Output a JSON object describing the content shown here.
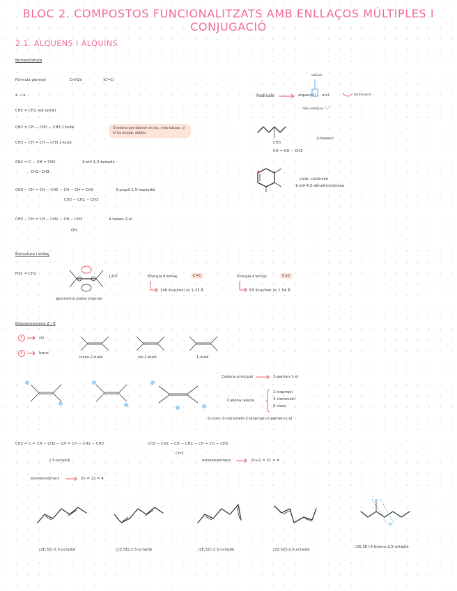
{
  "title": "BLOC 2. COMPOSTOS FUNCIONALITZATS AMB ENLLAÇOS MÚLTIPLES I CONJUGACIÓ",
  "section": "2.1. ALQUENS I ALQUINS",
  "nomenclatura": {
    "heading": "Nomenclatura",
    "general_formula": "Fórmula general",
    "formula": "CnH2n",
    "bond_symbol": ")C=C(",
    "suffix_rule": "à → è",
    "ex1": "CH2 = CH2   etè   (etilè)",
    "ex2": "CH2 = CH − CH2 − CH3   1-butè",
    "ex3": "CH3 − CH = CH − CH3   2-butè",
    "ex4_main": "CH2 = C − CH = CH2",
    "ex4_branch": "CH2−CH3",
    "ex4_name": "2-etil-1,3-butadiè",
    "ex5_main": "CH3 − CH = CH − CH2 − CH − CH = CH2",
    "ex5_branch": "CH2 − CH2 − CH3",
    "ex5_name": "3-propil-1,5-heptadiè",
    "ex6_main": "CH3 − CH = CH − CH2 − CH − CH3",
    "ex6_branch": "OH",
    "ex6_name": "4-hexen-2-ol",
    "note": "S'ordena per obtenir els loc. més baixos, si hi ha empat, dobles",
    "radical_label": "Radicals",
    "radical_formula": "alquen(il) ... enil",
    "radical_top": "radical",
    "radical_right": "terminació",
    "radical_bottom": "dels enllaços \"=\"",
    "skeletal_formula_label": "CH3",
    "skeletal_bottom": "CH = CH − CH3",
    "skeletal_name": "2-hexenil",
    "cyclo_name1": "ciclo: ciclohexè",
    "cyclo_name2": "1-etil-4,5-dimetilciclohexè"
  },
  "estructura": {
    "heading": "Estructura i enllaç",
    "h2c": "H2C = CH2",
    "geom": "geometria plana trigonal",
    "angle": "120º",
    "energy1_label": "Energia d'enllaç",
    "energy1_bond": "C=C",
    "energy1_value": "146 Kcal/mol  λc 1,33 Å",
    "energy2_label": "Energia d'enllaç",
    "energy2_bond": "C≡C",
    "energy2_value": "83 Kcal/mol  λc 1,54 Å"
  },
  "isomeria": {
    "heading": "Estereoisomeria Z / E",
    "z_letter": "Z",
    "e_letter": "E",
    "z_label": "cis",
    "e_label": "trans",
    "trans_name": "trans-2-butè",
    "cis_name": "cis-2-butè",
    "butene_name": "1-butè",
    "cadena_principal": "Cadena principal",
    "principal_result": "2-penten-1-ol",
    "cadena_lateral": "Cadena lateral",
    "lateral_items": [
      "2-isopropil",
      "3-clorometil",
      "5-cloro"
    ],
    "full_name": "5-cloro-3-clorometil-2-isopropil-2-penten-1-ol",
    "diene_formula": "CH2 = C = CH − CH2 − CH = CH − CH2 − CH3",
    "diene_name": "2,5-octadiè",
    "diene2_formula": "CH3 − CH2 − CH − CH2 − CH = CH − CH3",
    "diene2_branch": "CH3",
    "estereoisomers_label": "estereoisòmers",
    "estereoisomers_value": "2n = 22 = 4",
    "estereoisomers2_value": "2n+1 = 21 = 4",
    "bottom_names": [
      "(2E,5E)-2,5-octadiè",
      "(2Z,5E)-2,5-octadiè",
      "(2E,5Z)-2,5-octadiè",
      "(2Z,5Z)-2,5-octadiè",
      "(2E,5E)-3-bromo-2,5-octadiè"
    ]
  },
  "colors": {
    "accent": "#ef6b93",
    "highlight": "#fde3d8",
    "red": "#e85a6a",
    "blue": "#5aaee8"
  }
}
